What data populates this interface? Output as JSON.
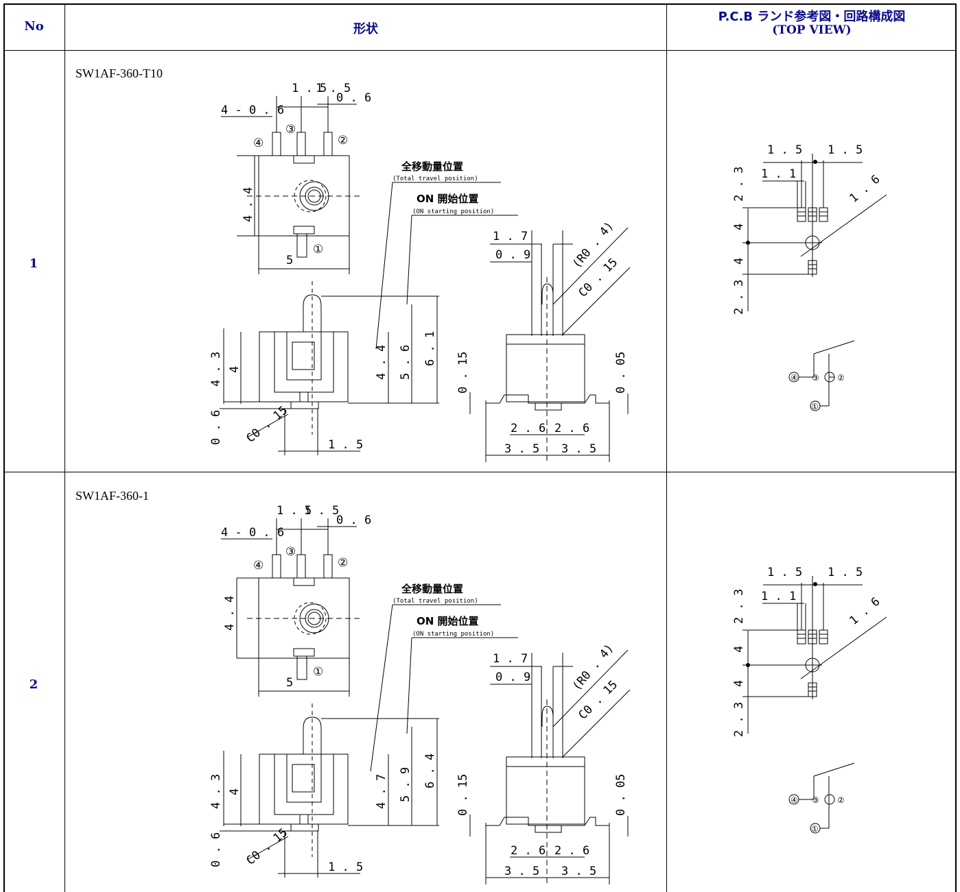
{
  "header": {
    "no": "No",
    "shape": "形状",
    "pcb_line1": "P.C.B ランド参考図・回路構成図",
    "pcb_line2": "(TOP VIEW)"
  },
  "rows": [
    {
      "no": "1",
      "part": "SW1AF-360-T10",
      "dims": {
        "pitch_a": "1 . 5",
        "pitch_b": "1 . 5",
        "w06": "0 . 6",
        "pins": "4 - 0 . 6",
        "h44": "4 . 4",
        "w5": "5",
        "w17": "1 . 7",
        "w09": "0 . 9",
        "r04": "(R0 . 4)",
        "c015a": "C0 . 15",
        "h43": "4 . 3",
        "h4": "4",
        "travel": "4 . 4",
        "on": "5 . 6",
        "top": "6 . 1",
        "h015": "0 . 15",
        "h005": "0 . 05",
        "h06": "0 . 6",
        "c015b": "C0 . 15",
        "w15": "1 . 5",
        "w26a": "2 . 6",
        "w26b": "2 . 6",
        "w35a": "3 . 5",
        "w35b": "3 . 5"
      },
      "labels": {
        "travel_jp": "全移動量位置",
        "travel_en": "(Total travel position)",
        "on_jp": "ON 開始位置",
        "on_en": "(ON starting position)"
      },
      "pins": {
        "p1": "①",
        "p2": "②",
        "p3": "③",
        "p4": "④"
      },
      "pcb": {
        "d15a": "1 . 5",
        "d15b": "1 . 5",
        "d11": "1 . 1",
        "d16": "1 . 6",
        "d23a": "2 . 3",
        "d4a": "4",
        "d4b": "4",
        "d23b": "2 . 3"
      }
    },
    {
      "no": "2",
      "part": "SW1AF-360-1",
      "dims": {
        "pitch_a": "1 . 5",
        "pitch_b": "1 . 5",
        "w06": "0 . 6",
        "pins": "4 - 0 . 6",
        "h44": "4 . 4",
        "w5": "5",
        "w17": "1 . 7",
        "w09": "0 . 9",
        "r04": "(R0 . 4)",
        "c015a": "C0 . 15",
        "h43": "4 . 3",
        "h4": "4",
        "travel": "4 . 7",
        "on": "5 . 9",
        "top": "6 . 4",
        "h015": "0 . 15",
        "h005": "0 . 05",
        "h06": "0 . 6",
        "c015b": "C0 . 15",
        "w15": "1 . 5",
        "w26a": "2 . 6",
        "w26b": "2 . 6",
        "w35a": "3 . 5",
        "w35b": "3 . 5"
      },
      "labels": {
        "travel_jp": "全移動量位置",
        "travel_en": "(Total travel position)",
        "on_jp": "ON 開始位置",
        "on_en": "(ON starting position)"
      },
      "pins": {
        "p1": "①",
        "p2": "②",
        "p3": "③",
        "p4": "④"
      },
      "pcb": {
        "d15a": "1 . 5",
        "d15b": "1 . 5",
        "d11": "1 . 1",
        "d16": "1 . 6",
        "d23a": "2 . 3",
        "d4a": "4",
        "d4b": "4",
        "d23b": "2 . 3"
      }
    }
  ]
}
